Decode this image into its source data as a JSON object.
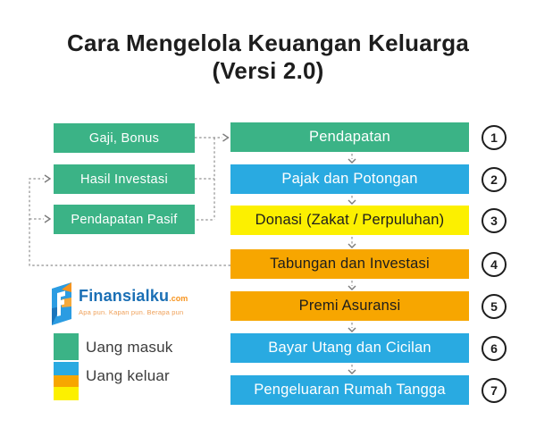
{
  "title": {
    "line1": "Cara Mengelola Keuangan Keluarga",
    "line2": "(Versi 2.0)"
  },
  "sources": [
    {
      "label": "Gaji, Bonus"
    },
    {
      "label": "Hasil Investasi"
    },
    {
      "label": "Pendapatan Pasif"
    }
  ],
  "flow": {
    "steps": [
      {
        "number": "1",
        "label": "Pendapatan",
        "color": "#3bb386",
        "category": "uang-masuk"
      },
      {
        "number": "2",
        "label": "Pajak dan Potongan",
        "color": "#29aae1",
        "category": "uang-keluar"
      },
      {
        "number": "3",
        "label": "Donasi (Zakat / Perpuluhan)",
        "color": "#fcf000",
        "category": "uang-keluar"
      },
      {
        "number": "4",
        "label": "Tabungan dan Investasi",
        "color": "#f7a600",
        "category": "uang-keluar"
      },
      {
        "number": "5",
        "label": "Premi Asuransi",
        "color": "#f7a600",
        "category": "uang-keluar"
      },
      {
        "number": "6",
        "label": "Bayar Utang dan Cicilan",
        "color": "#29aae1",
        "category": "uang-keluar"
      },
      {
        "number": "7",
        "label": "Pengeluaran Rumah Tangga",
        "color": "#29aae1",
        "category": "uang-keluar"
      }
    ]
  },
  "legend": {
    "income_label": "Uang masuk",
    "expense_label": "Uang keluar",
    "income_color": "#3bb386",
    "expense_colors": [
      "#29aae1",
      "#f7a600",
      "#fcf000"
    ]
  },
  "logo": {
    "brand": "Finansialku",
    "tld": ".com",
    "tagline": "Apa pun. Kapan pun. Berapa pun"
  },
  "colors": {
    "green": "#3bb386",
    "blue": "#29aae1",
    "yellow": "#fcf000",
    "orange": "#f7a600",
    "connector_gray": "#8f8f8f",
    "title_text": "#1d1d1d",
    "brand_blue": "#1a6fb5",
    "brand_orange": "#f7941e"
  }
}
